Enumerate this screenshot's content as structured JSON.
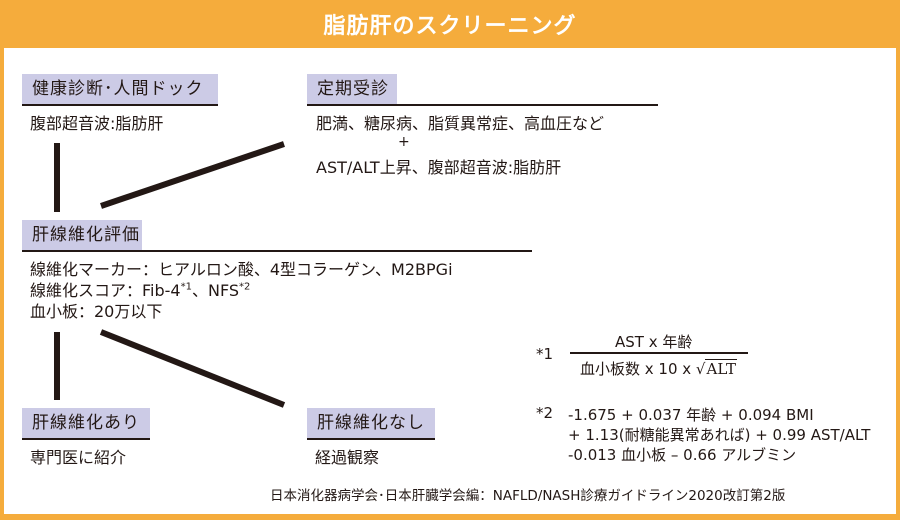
{
  "title": "脂肪肝のスクリーニング",
  "colors": {
    "frame": "#f5ac3c",
    "label_bg": "#cccbe6",
    "text": "#231815",
    "title_text": "#ffffff"
  },
  "nodes": {
    "health_check": {
      "label": "健康診断･人間ドック",
      "lines": [
        "腹部超音波:脂肪肝"
      ]
    },
    "regular_visit": {
      "label": "定期受診",
      "lines": [
        "肥満、糖尿病、脂質異常症、高血圧など",
        "+",
        "AST/ALT上昇、腹部超音波:脂肪肝"
      ]
    },
    "fibrosis_eval": {
      "label": "肝線維化評価",
      "marker_line": "線維化マーカー：ヒアルロン酸、4型コラーゲン、M2BPGi",
      "score_prefix": "線維化スコア：Fib-4",
      "score_sup1": "*1",
      "score_mid": "、NFS",
      "score_sup2": "*2",
      "platelet_line": "血小板：20万以下"
    },
    "fibrosis_yes": {
      "label": "肝線維化あり",
      "lines": [
        "専門医に紹介"
      ]
    },
    "fibrosis_no": {
      "label": "肝線維化なし",
      "lines": [
        "経過観察"
      ]
    }
  },
  "formulas": {
    "fib4": {
      "marker": "*1",
      "numerator": "AST x 年齢",
      "denominator_prefix": "血小板数 x 10 x ",
      "sqrt_symbol": "√",
      "sqrt_term": "ALT"
    },
    "nfs": {
      "marker": "*2",
      "lines": [
        "-1.675 + 0.037 年齢 + 0.094 BMI",
        "+ 1.13(耐糖能異常あれば) + 0.99 AST/ALT",
        "-0.013 血小板 – 0.66 アルブミン"
      ]
    }
  },
  "credit": "日本消化器病学会･日本肝臓学会編：NAFLD/NASH診療ガイドライン2020改訂第2版"
}
